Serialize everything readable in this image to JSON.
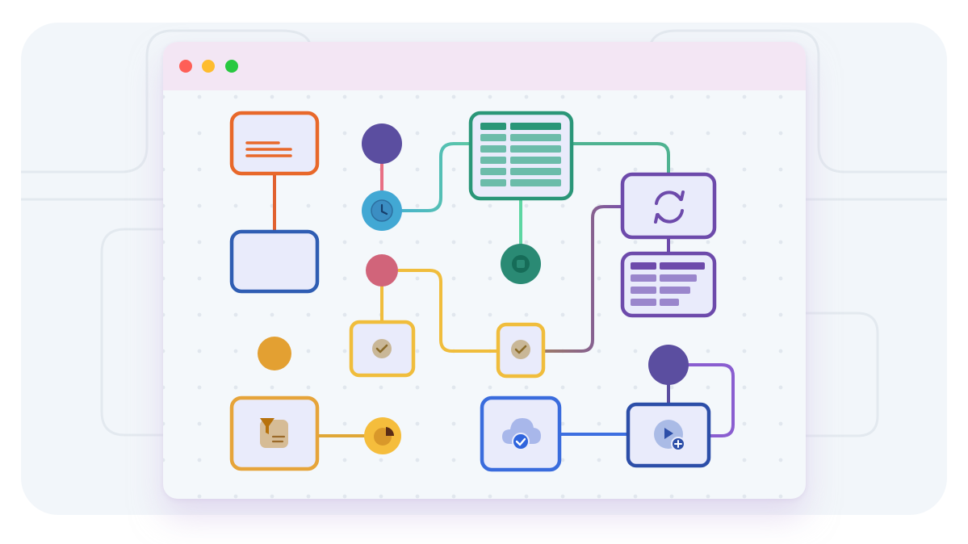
{
  "window": {
    "controls": [
      {
        "name": "close-dot",
        "color": "#fe5f57"
      },
      {
        "name": "minimize-dot",
        "color": "#febc2e"
      },
      {
        "name": "maximize-dot",
        "color": "#28c840"
      }
    ],
    "titlebar_color": "#f3e6f4",
    "canvas_color": "#f4f8fb"
  },
  "diagram": {
    "nodes": [
      {
        "id": "text-card",
        "icon": "text-lines-icon",
        "color": "#e8682a"
      },
      {
        "id": "blank-card",
        "icon": "",
        "color": "#2f5db3"
      },
      {
        "id": "filter-card",
        "icon": "funnel-list-icon",
        "color": "#e6a43a"
      },
      {
        "id": "table-card",
        "icon": "table-icon",
        "color": "#2a9678"
      },
      {
        "id": "sync-card",
        "icon": "sync-arrows-icon",
        "color": "#6d4aab"
      },
      {
        "id": "list-card",
        "icon": "list-bars-icon",
        "color": "#6d4aab"
      },
      {
        "id": "check-card-1",
        "icon": "check-circle-icon",
        "color": "#f0bd3c"
      },
      {
        "id": "check-card-2",
        "icon": "check-circle-icon",
        "color": "#f0bd3c"
      },
      {
        "id": "cloud-card",
        "icon": "cloud-check-icon",
        "color": "#3a6cdd"
      },
      {
        "id": "video-card",
        "icon": "video-add-icon",
        "color": "#2c4ea8"
      }
    ],
    "junctions": [
      {
        "id": "junction-purple-top",
        "color": "#5b4ea0"
      },
      {
        "id": "junction-clock",
        "icon": "clock-icon",
        "color": "#42a8d4"
      },
      {
        "id": "junction-rose",
        "color": "#d1647a"
      },
      {
        "id": "junction-gold",
        "color": "#e3a032"
      },
      {
        "id": "junction-stop",
        "icon": "stop-icon",
        "color": "#2a8a74"
      },
      {
        "id": "junction-purple-bottom",
        "color": "#5b4ea0"
      },
      {
        "id": "junction-pie",
        "icon": "pie-chart-icon",
        "color": "#f5bd3c"
      }
    ]
  }
}
